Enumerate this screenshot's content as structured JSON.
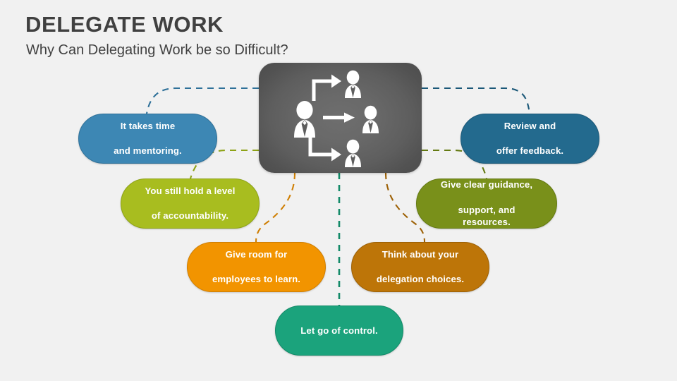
{
  "header": {
    "title": "DELEGATE WORK",
    "subtitle": "Why Can Delegating Work be so Difficult?",
    "title_color": "#404040",
    "subtitle_color": "#414141"
  },
  "background_color": "#f1f1f1",
  "hub": {
    "name": "delegation-illustration",
    "background_color": "#5e5e5e",
    "icon_color": "#ffffff",
    "figures": [
      {
        "role": "manager",
        "position": "center-left",
        "size": "large"
      },
      {
        "role": "delegate",
        "position": "top-right",
        "size": "small"
      },
      {
        "role": "delegate",
        "position": "middle-right",
        "size": "small"
      },
      {
        "role": "delegate",
        "position": "bottom-right",
        "size": "small"
      }
    ],
    "arrows": [
      {
        "style": "elbow-up",
        "direction": "right"
      },
      {
        "style": "straight",
        "direction": "right"
      },
      {
        "style": "elbow-down",
        "direction": "right"
      }
    ]
  },
  "callouts": [
    {
      "id": "time",
      "lines": [
        "It takes time",
        "and mentoring."
      ],
      "color": "#3d87b4",
      "border_color": "#2f7199",
      "connector_color": "#2f7199"
    },
    {
      "id": "review",
      "lines": [
        "Review and",
        "offer feedback."
      ],
      "color": "#236a8e",
      "border_color": "#1b5878",
      "connector_color": "#1b5878"
    },
    {
      "id": "accountability",
      "lines": [
        "You still hold a level",
        "of accountability."
      ],
      "color": "#a8bd1f",
      "border_color": "#8da215",
      "connector_color": "#8da215"
    },
    {
      "id": "guidance",
      "lines": [
        "Give clear guidance,",
        "support, and resources."
      ],
      "color": "#79901a",
      "border_color": "#647a12",
      "connector_color": "#647a12"
    },
    {
      "id": "room",
      "lines": [
        "Give room for",
        "employees to learn."
      ],
      "color": "#f29400",
      "border_color": "#cf7f04",
      "connector_color": "#cf7f04"
    },
    {
      "id": "choices",
      "lines": [
        "Think about your",
        "delegation choices."
      ],
      "color": "#bd7508",
      "border_color": "#9d6106",
      "connector_color": "#9d6106"
    },
    {
      "id": "control",
      "lines": [
        "Let go of control."
      ],
      "color": "#1ba37c",
      "border_color": "#138a68",
      "connector_color": "#138a68"
    }
  ],
  "callout_text": {
    "time_l1": "It takes time",
    "time_l2": "and mentoring.",
    "review_l1": "Review and",
    "review_l2": "offer feedback.",
    "account_l1": "You still hold a level",
    "account_l2": "of accountability.",
    "guidance_l1": "Give clear guidance,",
    "guidance_l2": "support, and resources.",
    "room_l1": "Give room for",
    "room_l2": "employees to learn.",
    "choices_l1": "Think about your",
    "choices_l2": "delegation choices.",
    "control_l1": "Let go of control."
  }
}
